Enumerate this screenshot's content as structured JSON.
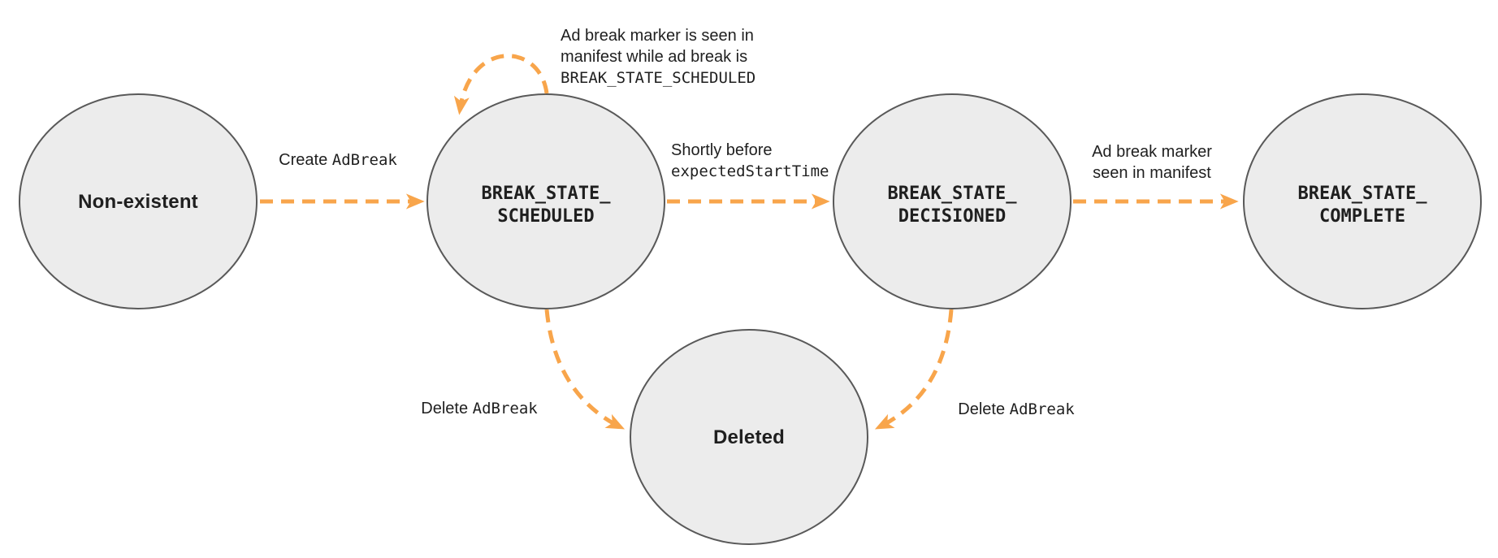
{
  "colors": {
    "arrow": "#F8A54B",
    "node_fill": "#ECECEC",
    "node_stroke": "#595959",
    "text": "#1F1F1F"
  },
  "nodes": {
    "non_existent": {
      "label": "Non-existent"
    },
    "scheduled": {
      "line1": "BREAK_STATE_",
      "line2": "SCHEDULED"
    },
    "decisioned": {
      "line1": "BREAK_STATE_",
      "line2": "DECISIONED"
    },
    "complete": {
      "line1": "BREAK_STATE_",
      "line2": "COMPLETE"
    },
    "deleted": {
      "label": "Deleted"
    }
  },
  "edges": {
    "create": {
      "sans": "Create ",
      "mono": "AdBreak"
    },
    "self_loop": {
      "line1": "Ad break marker is seen in",
      "line2": "manifest while ad break is",
      "line3_mono": "BREAK_STATE_SCHEDULED"
    },
    "shortly": {
      "line1": "Shortly before",
      "line2_mono": "expectedStartTime"
    },
    "marker_seen": {
      "line1": "Ad break marker",
      "line2": "seen in manifest"
    },
    "delete_left": {
      "sans": "Delete ",
      "mono": "AdBreak"
    },
    "delete_right": {
      "sans": "Delete ",
      "mono": "AdBreak"
    }
  }
}
